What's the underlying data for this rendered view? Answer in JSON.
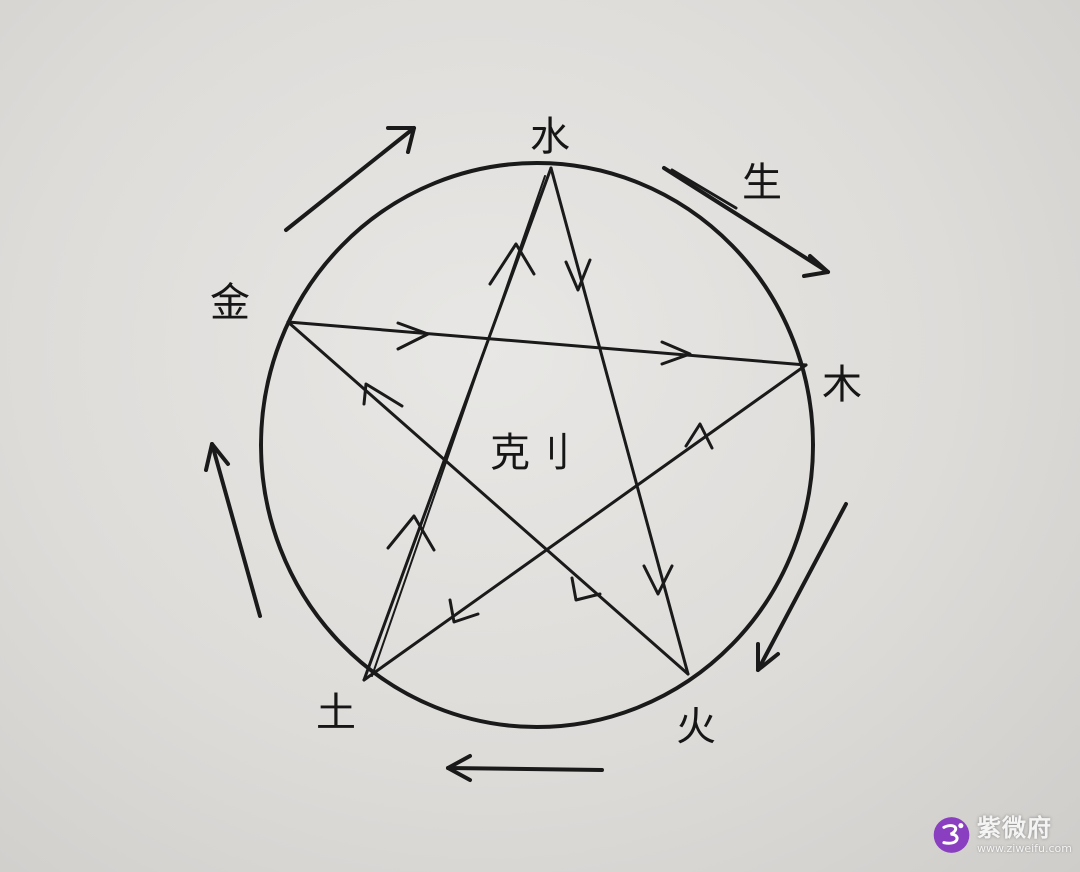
{
  "labels": {
    "water": "水",
    "wood": "木",
    "fire": "火",
    "earth": "土",
    "metal": "金",
    "generate": "生",
    "overcome": "克刂"
  },
  "watermark": {
    "name": "紫微府",
    "url": "www.ziweifu.com"
  },
  "colors": {
    "ink": "#1a1a1a",
    "paper": "#e4e3e1",
    "logo_purple": "#8a3fc0"
  }
}
